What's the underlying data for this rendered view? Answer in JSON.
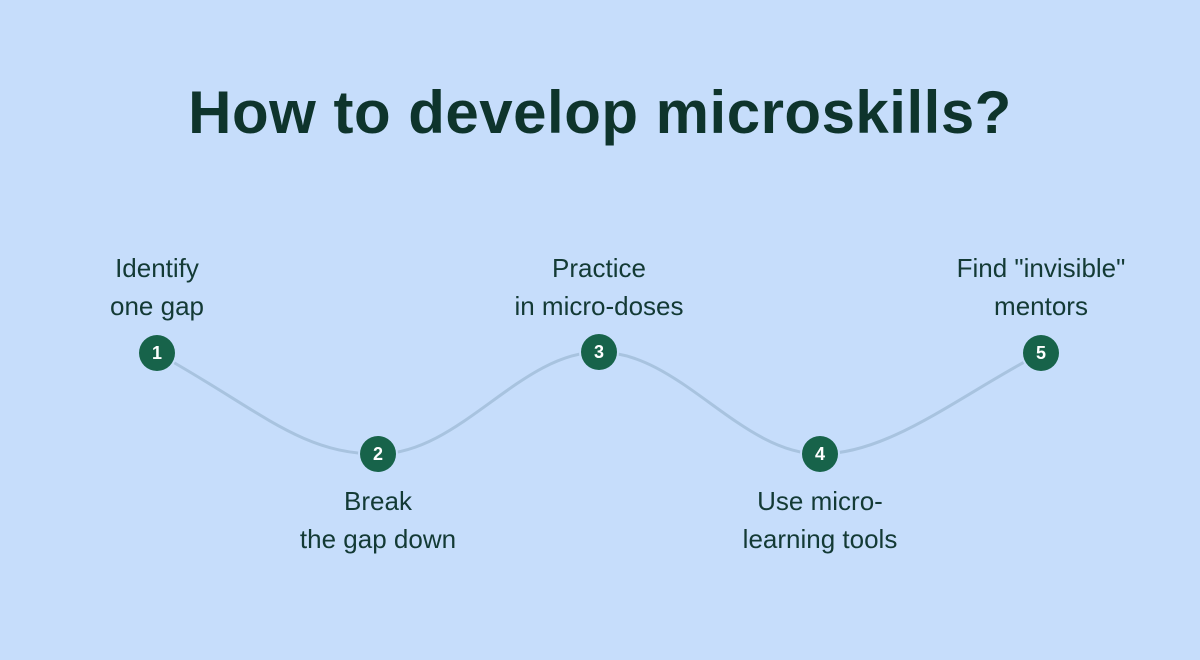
{
  "title": "How to develop microskills?",
  "colors": {
    "background": "#c6ddfb",
    "title": "#0e342c",
    "step_circle": "#17634a",
    "step_number": "#ffffff",
    "label_text": "#133a35",
    "connector_line": "#a8c3df"
  },
  "steps": [
    {
      "number": "1",
      "lines": [
        "Identify",
        "one gap"
      ],
      "position": "top"
    },
    {
      "number": "2",
      "lines": [
        "Break",
        "the gap down"
      ],
      "position": "bottom"
    },
    {
      "number": "3",
      "lines": [
        "Practice",
        "in micro-doses"
      ],
      "position": "top"
    },
    {
      "number": "4",
      "lines": [
        "Use micro-",
        "learning tools"
      ],
      "position": "bottom"
    },
    {
      "number": "5",
      "lines": [
        "Find \"invisible\"",
        "mentors"
      ],
      "position": "top"
    }
  ]
}
